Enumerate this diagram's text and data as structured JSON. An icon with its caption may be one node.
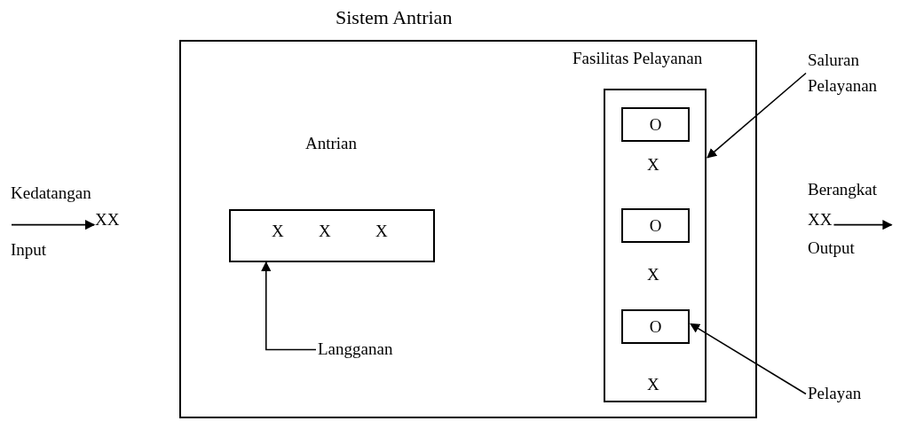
{
  "diagram": {
    "nodes": [
      {
        "text": [
          "Sistem Antrian"
        ]
      },
      {
        "text": [
          "Antrian",
          "X",
          "X",
          "X"
        ],
        "in": 0
      },
      {
        "text": [
          "Fasilitas Pelayanan",
          "X",
          "X",
          "X"
        ],
        "in": 0
      },
      {
        "text": [
          "O"
        ],
        "in": 2
      },
      {
        "text": [
          "O"
        ],
        "in": 2
      },
      {
        "text": [
          "O"
        ],
        "in": 2
      },
      {
        "text": [
          "Langganan"
        ],
        "in": 0
      },
      {
        "text": [
          "Saluran Pelayanan"
        ]
      },
      {
        "text": [
          "Pelayan"
        ]
      },
      {
        "text": [
          "XX"
        ]
      },
      {
        "text": [
          "XX"
        ]
      }
    ],
    "edges": [
      {
        "from": 6,
        "to": 1,
        "arrow": "to"
      },
      {
        "from": 7,
        "to": 2,
        "arrow": "to"
      },
      {
        "from": 8,
        "to": 5,
        "arrow": "to"
      },
      {
        "from": null,
        "to": 9,
        "arrow": "to"
      },
      {
        "from": 10,
        "to": null,
        "arrow": "to"
      }
    ],
    "labels": [
      "Kedatangan",
      "Input",
      "Berangkat",
      "Output"
    ]
  }
}
